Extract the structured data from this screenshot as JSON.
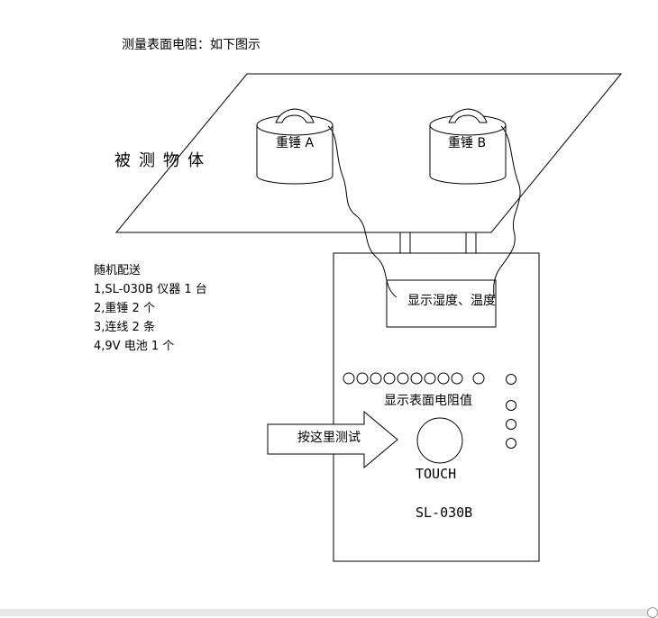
{
  "title": "测量表面电阻：如下图示",
  "object_label": "被测物体",
  "weights": [
    "重锤 A",
    "重锤 B"
  ],
  "accessories": {
    "title": "随机配送",
    "items": [
      "1,SL-030B 仪器  1 台",
      "2,重锤 2 个",
      "3,连线 2 条",
      "4,9V 电池 1 个"
    ]
  },
  "device": {
    "display_label": "显示湿度、温度",
    "resistance_label": "显示表面电阻值",
    "press_label": "按这里测试",
    "touch_label": "TOUCH",
    "model": "SL-030B"
  }
}
